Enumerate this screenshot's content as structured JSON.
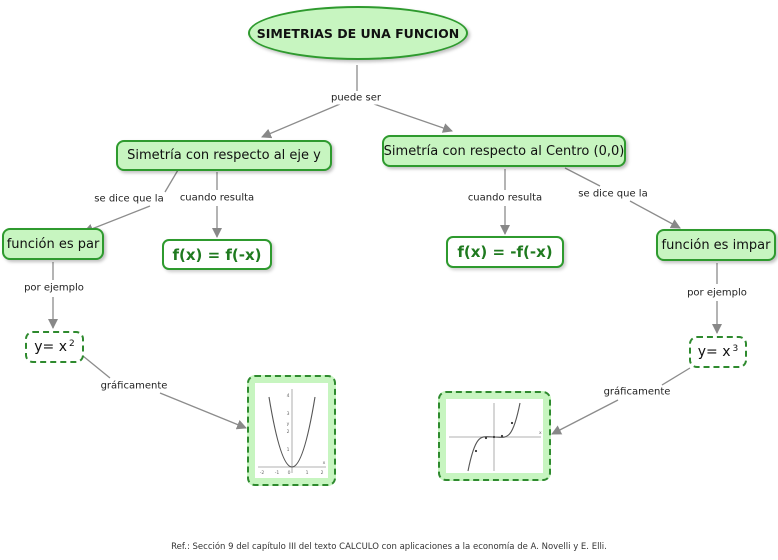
{
  "title": "SIMETRIAS DE UNA FUNCION",
  "labels": {
    "puede_ser": "puede ser",
    "se_dice_left": "se dice que la",
    "cuando_left": "cuando resulta",
    "cuando_right": "cuando resulta",
    "se_dice_right": "se dice que la",
    "ejemplo_left": "por ejemplo",
    "ejemplo_right": "por ejemplo",
    "graf_left": "gráficamente",
    "graf_right": "gráficamente"
  },
  "nodes": {
    "eje_y": "Simetría con respecto al eje y",
    "centro": "Simetría con respecto al Centro (0,0)",
    "par": "función es par",
    "impar": "función es impar",
    "formula_par": "f(x) = f(-x)",
    "formula_impar": "f(x) = -f(-x)",
    "ejemplo_par_base": "y= x",
    "ejemplo_par_exp": "2",
    "ejemplo_impar_base": "y= x",
    "ejemplo_impar_exp": "3"
  },
  "graph_par": {
    "x_ticks": [
      "-2",
      "-1",
      "0",
      "1",
      "2"
    ],
    "y_ticks": [
      "4",
      "3",
      "2",
      "1"
    ],
    "x_label": "x",
    "y_label": "y"
  },
  "graph_impar": {
    "x_label": "x"
  },
  "reference": "Ref.: Sección 9 del capítulo III del texto CALCULO con aplicaciones a la economía de A. Novelli y E. Elli."
}
